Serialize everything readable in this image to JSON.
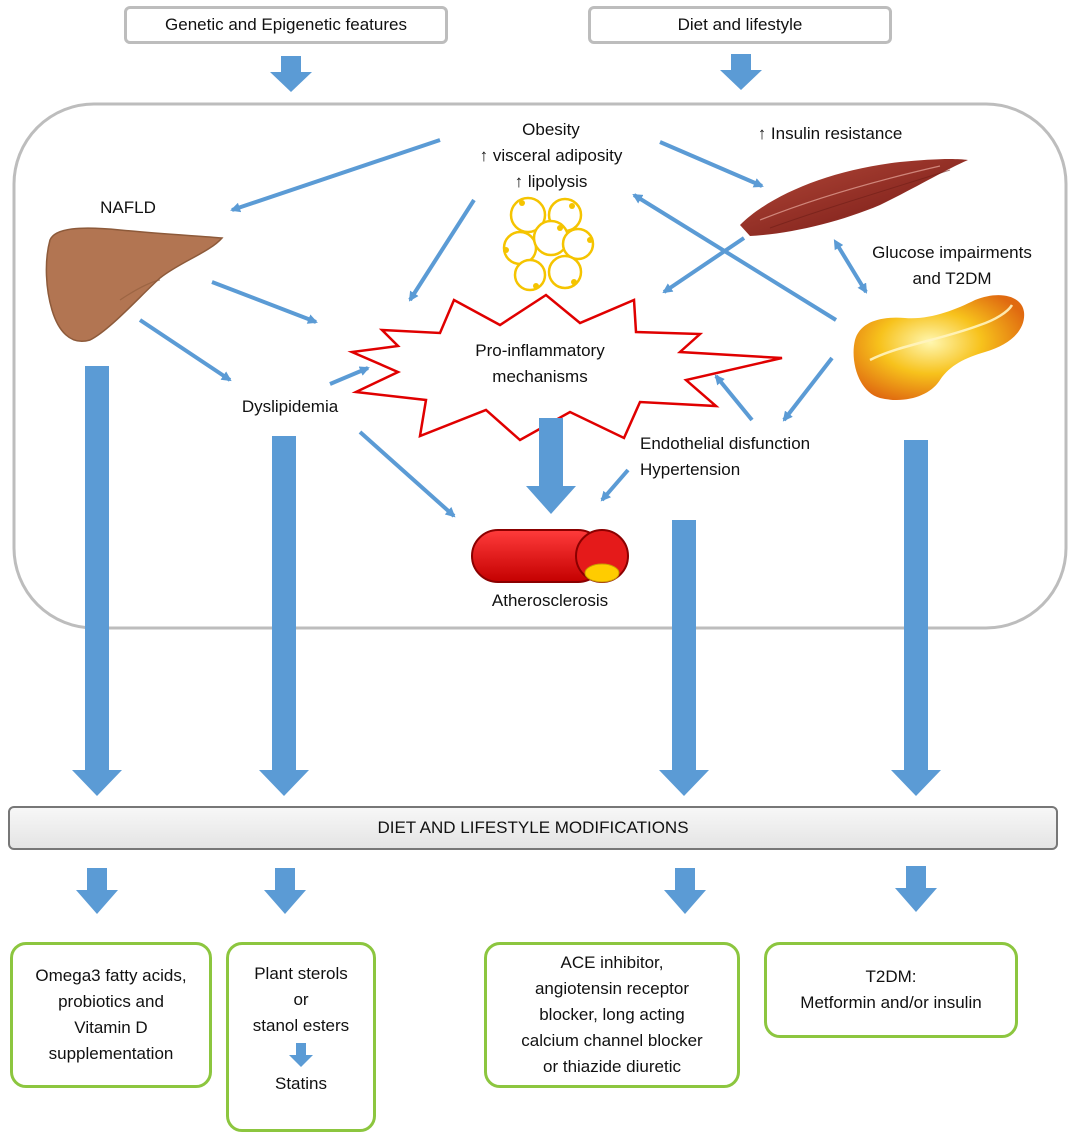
{
  "top_inputs": {
    "genetic": "Genetic and Epigenetic features",
    "diet": "Diet and lifestyle"
  },
  "nodes": {
    "obesity": [
      "Obesity",
      "↑ visceral adiposity",
      "↑ lipolysis"
    ],
    "insulin_resistance": "↑ Insulin resistance",
    "nafld": "NAFLD",
    "glucose": [
      "Glucose impairments",
      "and T2DM"
    ],
    "proinflammatory": [
      "Pro-inflammatory",
      "mechanisms"
    ],
    "dyslipidemia": "Dyslipidemia",
    "endothelial": [
      "Endothelial disfunction",
      "Hypertension"
    ],
    "atherosclerosis": "Atherosclerosis"
  },
  "banner": "DIET AND LIFESTYLE MODIFICATIONS",
  "treatments": {
    "omega": [
      "Omega3 fatty acids,",
      "probiotics and",
      "Vitamin D",
      "supplementation"
    ],
    "sterols": [
      "Plant sterols",
      "or",
      "stanol esters"
    ],
    "statins": "Statins",
    "ace": [
      "ACE inhibitor,",
      "angiotensin receptor",
      "blocker, long acting",
      "calcium channel blocker",
      "or thiazide diuretic"
    ],
    "t2dm": [
      "T2DM:",
      "Metformin and/or insulin"
    ]
  },
  "colors": {
    "arrow": "#5b9bd5",
    "burst_outline": "#e00000",
    "treatment_border": "#8cc63f",
    "outer_border": "#bdbdbd"
  }
}
